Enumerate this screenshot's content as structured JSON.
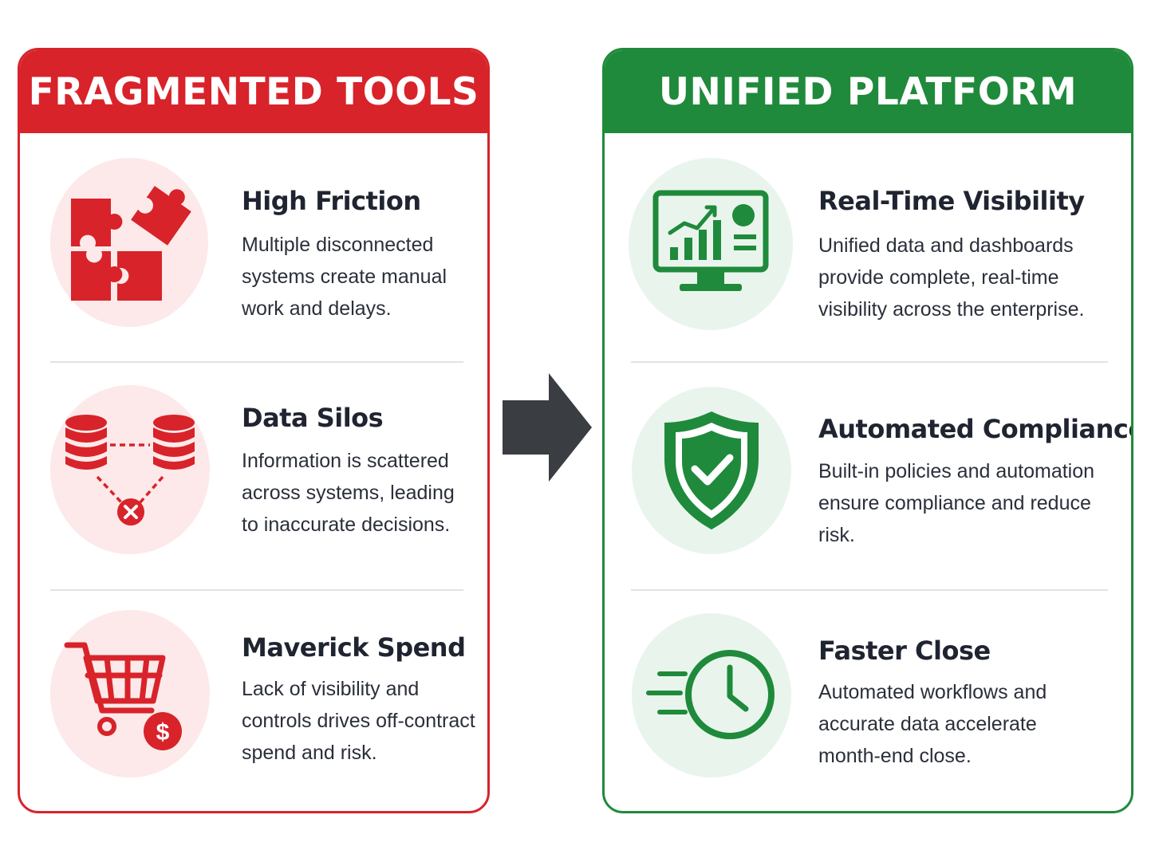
{
  "left_panel": {
    "title": "FRAGMENTED TOOLS",
    "color": "#d8232a",
    "items": [
      {
        "icon": "puzzle-pieces-icon",
        "title": "High Friction",
        "description": "Multiple disconnected systems create manual work and delays."
      },
      {
        "icon": "database-silos-icon",
        "title": "Data Silos",
        "description": "Information is scattered across systems, leading to inaccurate decisions."
      },
      {
        "icon": "shopping-cart-dollar-icon",
        "title": "Maverick Spend",
        "description": "Lack of visibility and controls drives off-contract spend and risk."
      }
    ]
  },
  "right_panel": {
    "title": "UNIFIED PLATFORM",
    "color": "#1f8a3b",
    "items": [
      {
        "icon": "dashboard-monitor-icon",
        "title": "Real-Time Visibility",
        "description": "Unified data and dashboards provide complete, real-time visibility across the enterprise."
      },
      {
        "icon": "shield-check-icon",
        "title": "Automated Compliance",
        "description": "Built-in policies and automation ensure compliance and reduce risk."
      },
      {
        "icon": "fast-clock-icon",
        "title": "Faster Close",
        "description": "Automated workflows and accurate data accelerate month-end close."
      }
    ]
  },
  "arrow": {
    "icon": "right-arrow-icon",
    "color": "#3a3d42"
  }
}
